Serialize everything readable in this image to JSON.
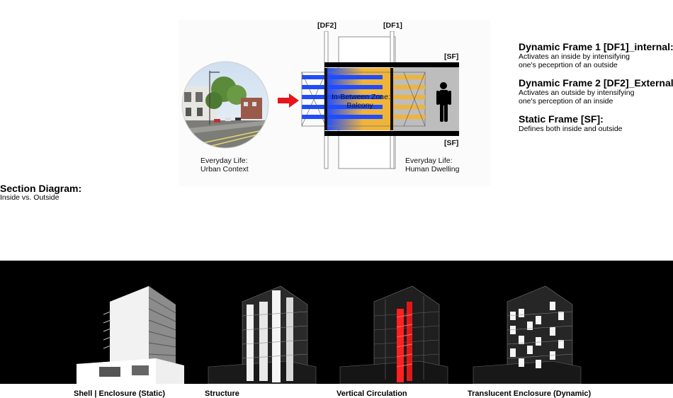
{
  "section": {
    "title": "Section Diagram:",
    "subtitle": "Inside vs. Outside"
  },
  "diagram": {
    "df2_label": "[DF2]",
    "df1_label": "[DF1]",
    "sf_top_label": "[SF]",
    "sf_bottom_label": "[SF]",
    "zone_line1": "In-Between Zone:",
    "zone_line2": "Balcony",
    "left_caption_line1": "Everyday Life:",
    "left_caption_line2": "Urban Context",
    "right_caption_line1": "Everyday Life:",
    "right_caption_line2": "Human Dwelling"
  },
  "legend": [
    {
      "title": "Dynamic Frame 1 [DF1]_internal:",
      "desc1": "Activates an inside by intensifying",
      "desc2": "one's peceprtion of an outside"
    },
    {
      "title": "Dynamic Frame 2 [DF2]_External:",
      "desc1": "Activates an outside by intensifying",
      "desc2": "one's perception of an inside"
    },
    {
      "title": "Static Frame [SF]:",
      "desc1": "Defines both inside and outside",
      "desc2": ""
    }
  ],
  "buildings": [
    {
      "caption": "Shell | Enclosure (Static)"
    },
    {
      "caption": "Structure"
    },
    {
      "caption": "Vertical Circulation"
    },
    {
      "caption": "Translucent Enclosure (Dynamic)"
    }
  ],
  "colors": {
    "blue": "#1f4cff",
    "gold": "#f0b43a",
    "arrow_red": "#e8141b",
    "circulation_red": "#ff2020",
    "band": "#000000"
  }
}
